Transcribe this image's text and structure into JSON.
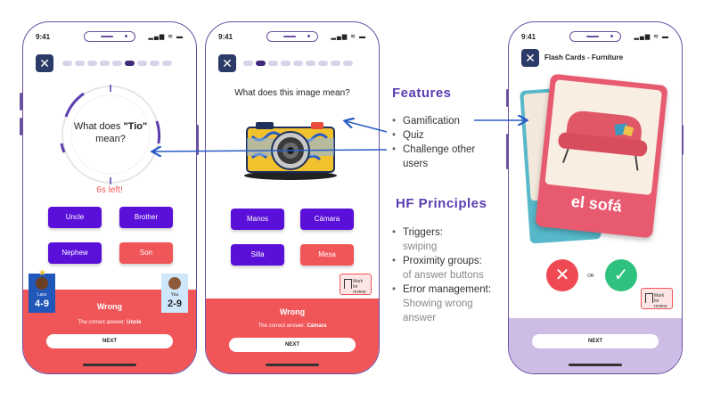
{
  "phone1": {
    "time": "9:41",
    "question_pre": "What does ",
    "question_word": "\"Tio\"",
    "question_post": "mean?",
    "timer": "6s left!",
    "options": [
      "Uncle",
      "Brother",
      "Nephew",
      "Son"
    ],
    "player1": {
      "name": "Lara",
      "score": "4-9"
    },
    "player2": {
      "name": "You",
      "score": "2-9"
    },
    "wrong": "Wrong",
    "correct_label": "The correct answer:",
    "correct_value": "Uncle",
    "next": "NEXT"
  },
  "phone2": {
    "time": "9:41",
    "question": "What does this image mean?",
    "options": [
      "Manos",
      "Cámara",
      "Silla",
      "Mesa"
    ],
    "mark": "Mark for review",
    "wrong": "Wrong",
    "correct_label": "The correct answer:",
    "correct_value": "Cámara",
    "next": "NEXT"
  },
  "phone3": {
    "time": "9:41",
    "title": "Flash Cards - Furniture",
    "card_word": "el sofá",
    "or": "OR",
    "mark": "Mark for review",
    "next": "NEXT"
  },
  "features": {
    "heading": "Features",
    "items": [
      "Gamification",
      "Quiz",
      "Challenge other users"
    ]
  },
  "principles": {
    "heading": "HF Principles",
    "items": [
      {
        "title": "Triggers:",
        "desc": "swiping"
      },
      {
        "title": "Proximity groups:",
        "desc": "of answer buttons"
      },
      {
        "title": "Error management:",
        "desc": "Showing wrong answer"
      }
    ]
  },
  "colors": {
    "purple": "#5a10d8",
    "red": "#f05558",
    "navy": "#2b3a67",
    "accent": "#5a3db0",
    "green": "#2ec27e"
  }
}
